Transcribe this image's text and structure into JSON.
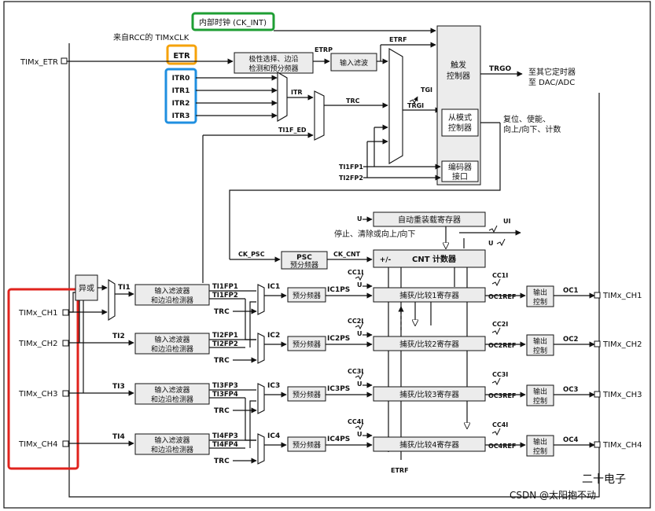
{
  "external": {
    "internal_clock": "内部时钟 (CK_INT)",
    "rcc_clock": "来自RCC的 TIMxCLK",
    "etr_label": "ETR",
    "itr": [
      "ITR0",
      "ITR1",
      "ITR2",
      "ITR3"
    ],
    "timx_etr": "TIMx_ETR"
  },
  "blocks": {
    "etr_polarity": [
      "极性选择、边沿",
      "检测和预分频器"
    ],
    "input_filter": "输入滤波",
    "trigger_ctrl": [
      "触发",
      "控制器"
    ],
    "slave_mode": [
      "从模式",
      "控制器"
    ],
    "encoder": [
      "编码器",
      "接口"
    ],
    "auto_reload": "自动重装载寄存器",
    "psc": [
      "PSC",
      "预分频器"
    ],
    "cnt_sign": "+/-",
    "cnt": "CNT 计数器",
    "ch_filter": [
      "输入滤波器",
      "和边沿检测器"
    ],
    "prescaler": "预分频器",
    "capcmp": [
      "捕获/比较1寄存器",
      "捕获/比较2寄存器",
      "捕获/比较3寄存器",
      "捕获/比较4寄存器"
    ],
    "out_ctrl": [
      "输出",
      "控制"
    ],
    "xor": "异或"
  },
  "signals": {
    "etrp": "ETRP",
    "etrf": "ETRF",
    "itr": "ITR",
    "trc": "TRC",
    "tgi": "TGI",
    "trgi": "TRGI",
    "ti1f_ed": "TI1F_ED",
    "trgo": "TRGO",
    "ti1fp1": "TI1FP1",
    "ti2fp2": "TI2FP2",
    "ck_psc": "CK_PSC",
    "ck_cnt": "CK_CNT",
    "u": "U",
    "ui": "UI",
    "etrf_bottom": "ETRF",
    "ti": [
      "TI1",
      "TI2",
      "TI3",
      "TI4"
    ],
    "fp_pairs": [
      [
        "TI1FP1",
        "TI1FP2"
      ],
      [
        "TI2FP1",
        "TI2FP2"
      ],
      [
        "TI3FP3",
        "TI3FP4"
      ],
      [
        "TI4FP3",
        "TI4FP4"
      ]
    ],
    "ic": [
      "IC1",
      "IC2",
      "IC3",
      "IC4"
    ],
    "icps": [
      "IC1PS",
      "IC2PS",
      "IC3PS",
      "IC4PS"
    ],
    "cci": [
      "CC1I",
      "CC2I",
      "CC3I",
      "CC4I"
    ],
    "ocref": [
      "OC1REF",
      "OC2REF",
      "OC3REF",
      "OC4REF"
    ],
    "oc": [
      "OC1",
      "OC2",
      "OC3",
      "OC4"
    ]
  },
  "annotations": {
    "trgo_dest": [
      "至其它定时器",
      "至 DAC/ADC"
    ],
    "reset_enable": [
      "复位、使能、",
      "向上/向下、计数"
    ],
    "stop_clear": "停止、清除或向上/向下"
  },
  "pins": {
    "left": [
      "TIMx_CH1",
      "TIMx_CH2",
      "TIMx_CH3",
      "TIMx_CH4"
    ],
    "right": [
      "TIMx_CH1",
      "TIMx_CH2",
      "TIMx_CH3",
      "TIMx_CH4"
    ]
  },
  "watermark": [
    "二十电子",
    "CSDN @太阳抱不动"
  ],
  "colors": {
    "highlight_green": "#1e9e33",
    "highlight_orange": "#f5a20a",
    "highlight_blue": "#1f8fe0",
    "highlight_red": "#e0231d",
    "block_fill": "#ececec"
  }
}
